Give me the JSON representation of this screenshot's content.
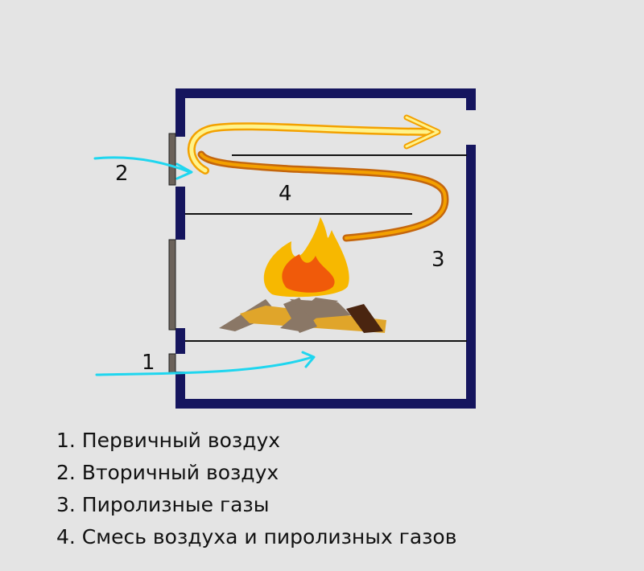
{
  "labels": {
    "primary_marker": "1",
    "secondary_marker": "2",
    "pyrolysis_marker": "3",
    "mixture_marker": "4"
  },
  "legend": [
    "1. Первичный воздух",
    "2. Вторичный воздух",
    "3. Пиролизные газы",
    "4. Смесь воздуха и пиролизных газов"
  ],
  "colors": {
    "background": "#e4e4e4",
    "furnace_wall": "#15155e",
    "door": "#6b625a",
    "air_arrow": "#1fd6ef",
    "hot_gas_outer": "#f3a100",
    "hot_gas_inner": "#fff38a",
    "pyrolysis_gas": "#c4660d",
    "flame_outer": "#f7b800",
    "flame_inner": "#f05a0a",
    "wood_light": "#8a7766",
    "wood_yellow": "#e0a52a",
    "wood_dark": "#4a2510"
  },
  "icons": [
    "stove-body",
    "door",
    "fire-icon",
    "firewood-icon",
    "air-arrow-icon",
    "gas-flow-arrow"
  ]
}
